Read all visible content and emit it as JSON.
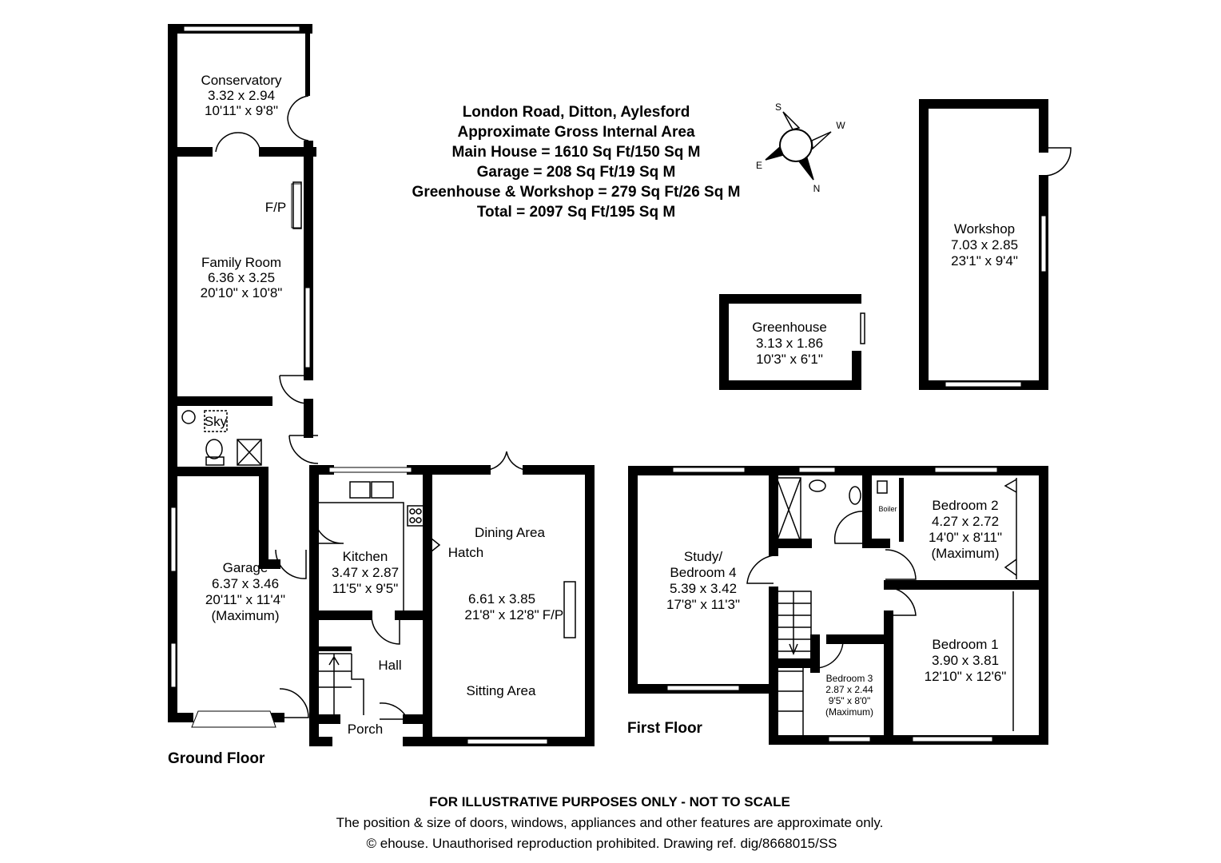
{
  "header": {
    "address": "London Road, Ditton, Aylesford",
    "subtitle": "Approximate Gross Internal Area",
    "main_house": "Main House = 1610 Sq Ft/150 Sq M",
    "garage": "Garage = 208 Sq Ft/19 Sq M",
    "greenhouse_workshop": "Greenhouse & Workshop  = 279 Sq Ft/26 Sq M",
    "total": "Total = 2097 Sq Ft/195 Sq M"
  },
  "compass": {
    "s": "S",
    "w": "W",
    "e": "E",
    "n": "N"
  },
  "ground_floor": {
    "label": "Ground Floor",
    "conservatory": {
      "name": "Conservatory",
      "metric": "3.32 x 2.94",
      "imperial": "10'11\" x 9'8\""
    },
    "family_room": {
      "name": "Family Room",
      "metric": "6.36 x 3.25",
      "imperial": "20'10\" x 10'8\"",
      "fp": "F/P"
    },
    "wc": {
      "sky": "Sky"
    },
    "garage": {
      "name": "Garage",
      "metric": "6.37 x 3.46",
      "imperial": "20'11\" x 11'4\"",
      "note": "(Maximum)"
    },
    "kitchen": {
      "name": "Kitchen",
      "metric": "3.47 x 2.87",
      "imperial": "11'5\" x 9'5\""
    },
    "dining": {
      "name": "Dining Area",
      "hatch": "Hatch",
      "metric": "6.61 x 3.85",
      "imperial": "21'8\" x 12'8\"",
      "fp": "F/P",
      "sitting": "Sitting Area"
    },
    "hall": "Hall",
    "porch": "Porch"
  },
  "first_floor": {
    "label": "First Floor",
    "study": {
      "name1": "Study/",
      "name2": "Bedroom 4",
      "metric": "5.39 x 3.42",
      "imperial": "17'8\" x 11'3\""
    },
    "boiler": "Boiler",
    "bedroom2": {
      "name": "Bedroom 2",
      "metric": "4.27 x 2.72",
      "imperial": "14'0\" x 8'11\"",
      "note": "(Maximum)"
    },
    "bedroom1": {
      "name": "Bedroom 1",
      "metric": "3.90 x 3.81",
      "imperial": "12'10\" x 12'6\""
    },
    "bedroom3": {
      "name": "Bedroom 3",
      "metric": "2.87 x 2.44",
      "imperial": "9'5\" x 8'0\"",
      "note": "(Maximum)"
    }
  },
  "outbuildings": {
    "greenhouse": {
      "name": "Greenhouse",
      "metric": "3.13 x 1.86",
      "imperial": "10'3\" x 6'1\""
    },
    "workshop": {
      "name": "Workshop",
      "metric": "7.03 x 2.85",
      "imperial": "23'1\" x 9'4\""
    }
  },
  "footer": {
    "disclaimer": "FOR ILLUSTRATIVE PURPOSES ONLY - NOT TO SCALE",
    "note": "The position & size of doors, windows, appliances and other features are approximate only.",
    "copyright": "© ehouse. Unauthorised reproduction prohibited. Drawing ref. dig/8668015/SS"
  }
}
